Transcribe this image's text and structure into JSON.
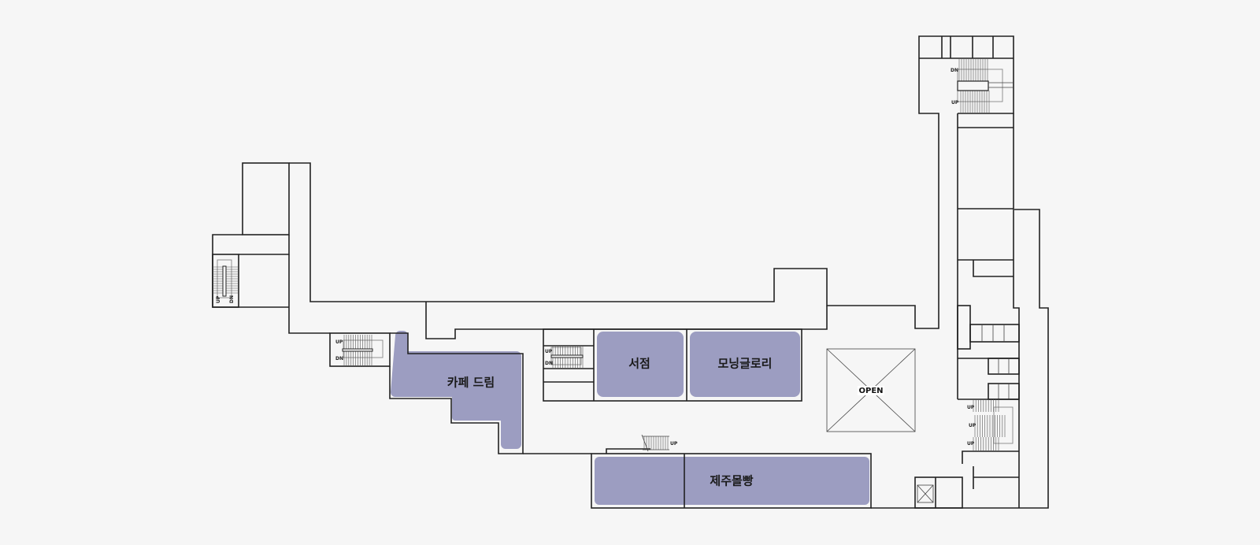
{
  "map": {
    "background": "#f6f6f6",
    "store_color": "#9c9dc1",
    "wall_color": "#222222",
    "stores": [
      {
        "id": "cafe-dream",
        "label": "카페 드림"
      },
      {
        "id": "bookstore",
        "label": "서점"
      },
      {
        "id": "morning-glory",
        "label": "모닝글로리"
      },
      {
        "id": "jeju-bread",
        "label": "제주몰빵"
      }
    ],
    "open_area": {
      "label": "OPEN"
    },
    "stairs": {
      "up_label": "UP",
      "dn_label": "DN"
    }
  }
}
